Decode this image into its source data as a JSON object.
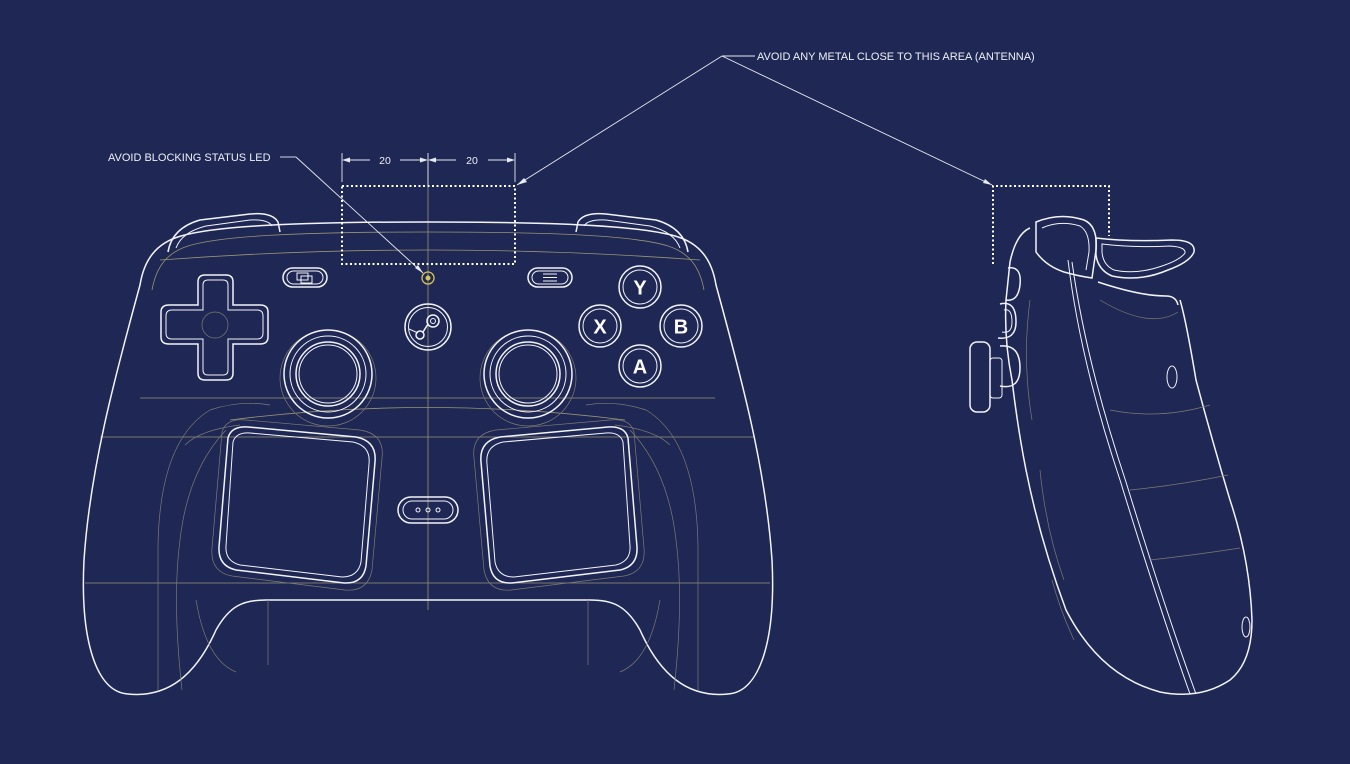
{
  "annotations": {
    "status_led": "AVOID BLOCKING STATUS LED",
    "antenna": "AVOID ANY METAL CLOSE TO THIS AREA (ANTENNA)"
  },
  "dimensions": {
    "left_width": "20",
    "right_width": "20"
  },
  "face_buttons": {
    "y": "Y",
    "x": "X",
    "b": "B",
    "a": "A"
  },
  "colors": {
    "background": "#1f2754",
    "outline": "#f3f4f9",
    "construction_lines": "#9a9473",
    "status_led": "#d8c35a"
  },
  "icons": {
    "view_button": "overlapping-windows-icon",
    "menu_button": "hamburger-icon",
    "steam_button": "steam-logo-icon",
    "quick_access_button": "three-dots-icon"
  }
}
